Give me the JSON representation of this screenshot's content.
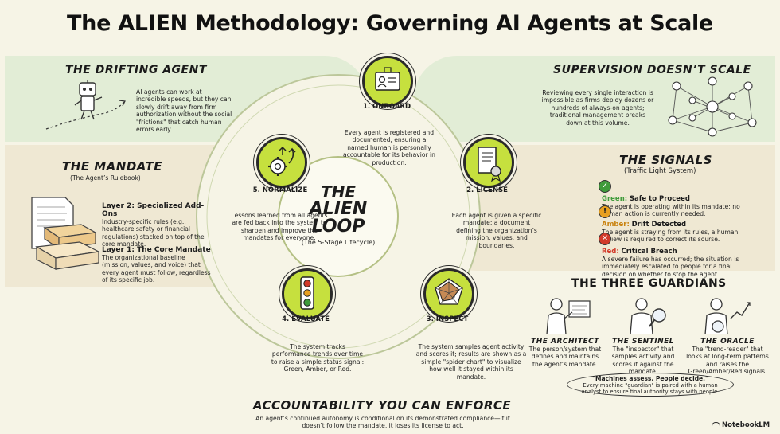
{
  "title": "The ALIEN Methodology: Governing AI Agents at Scale",
  "drifting": {
    "heading": "THE DRIFTING AGENT",
    "text": "AI agents can work at incredible speeds, but they can slowly drift away from firm authorization without the social \"frictions\" that catch human errors early."
  },
  "supervision": {
    "heading": "SUPERVISION DOESN’T SCALE",
    "text": "Reviewing every single interaction is impossible as firms deploy dozens or hundreds of always-on agents; traditional management breaks down at this volume."
  },
  "mandate": {
    "heading": "THE MANDATE",
    "subheading": "(The Agent’s Rulebook)",
    "layer2_title": "Layer 2: Specialized Add-Ons",
    "layer2_text": "Industry-specific rules (e.g., healthcare safety or financial regulations) stacked on top of the core mandate.",
    "layer1_title": "Layer 1: The Core Mandate",
    "layer1_text": "The organizational baseline (mission, values, and voice) that every agent must follow, regardless of its specific job."
  },
  "loop": {
    "title_line1": "THE",
    "title_line2": "ALIEN",
    "title_line3": "LOOP",
    "subtitle": "(The 5-Stage Lifecycle)",
    "stages": [
      {
        "label": "1. ONBOARD",
        "text": "Every agent is registered and documented, ensuring a named human is personally accountable for its behavior in production."
      },
      {
        "label": "2. LICENSE",
        "text": "Each agent is given a specific mandate: a document defining the organization’s mission, values, and boundaries."
      },
      {
        "label": "3. INSPECT",
        "text": "The system samples agent activity and scores it; results are shown as a simple \"spider chart\" to visualize how well it stayed within its mandate."
      },
      {
        "label": "4. EVALUATE",
        "text": "The system tracks performance trends over time to raise a simple status signal: Green, Amber, or Red."
      },
      {
        "label": "5. NORMALIZE",
        "text": "Lessons learned from all agents are fed back into the system to sharpen and improve the mandates for everyone."
      }
    ]
  },
  "signals": {
    "heading": "THE SIGNALS",
    "subheading": "(Traffic Light System)",
    "green_label": "Green:",
    "green_title": "Safe to Proceed",
    "green_text": "The agent is operating within its mandate; no human action is currently needed.",
    "amber_label": "Amber:",
    "amber_title": "Drift Detected",
    "amber_text": "The agent is straying from its rules, a human review is required to correct its sourse.",
    "red_label": "Red:",
    "red_title": "Critical Breach",
    "red_text": "A severe failure has occurred; the situation is immediately escalated to people for a final decision on whether to stop the agent.",
    "colors": {
      "green": "#3f9b3a",
      "amber": "#e8a020",
      "red": "#d23a2a"
    }
  },
  "guardians": {
    "heading": "THE THREE GUARDIANS",
    "architect_name": "THE ARCHITECT",
    "architect_text": "The person/system that defines and maintains the agent’s mandate.",
    "sentinel_name": "THE SENTINEL",
    "sentinel_text": "The \"inspector\" that samples activity and scores it against the mandate.",
    "oracle_name": "THE ORACLE",
    "oracle_text": "The \"trend-reader\" that looks at long-term patterns and raises the Green/Amber/Red signals.",
    "quote": "\"Machines assess, People decide.\"",
    "quote_text": "Every machine \"guardian\" is paired with a human analyst to ensure final authority stays with people."
  },
  "accountability": {
    "heading": "ACCOUNTABILITY YOU CAN ENFORCE",
    "text": "An agent’s continued autonomy is conditional on its demonstrated compliance—if it doesn’t follow the mandate, it loses its license to act."
  },
  "brand": "NotebookLM",
  "accent": "#c6e03e"
}
